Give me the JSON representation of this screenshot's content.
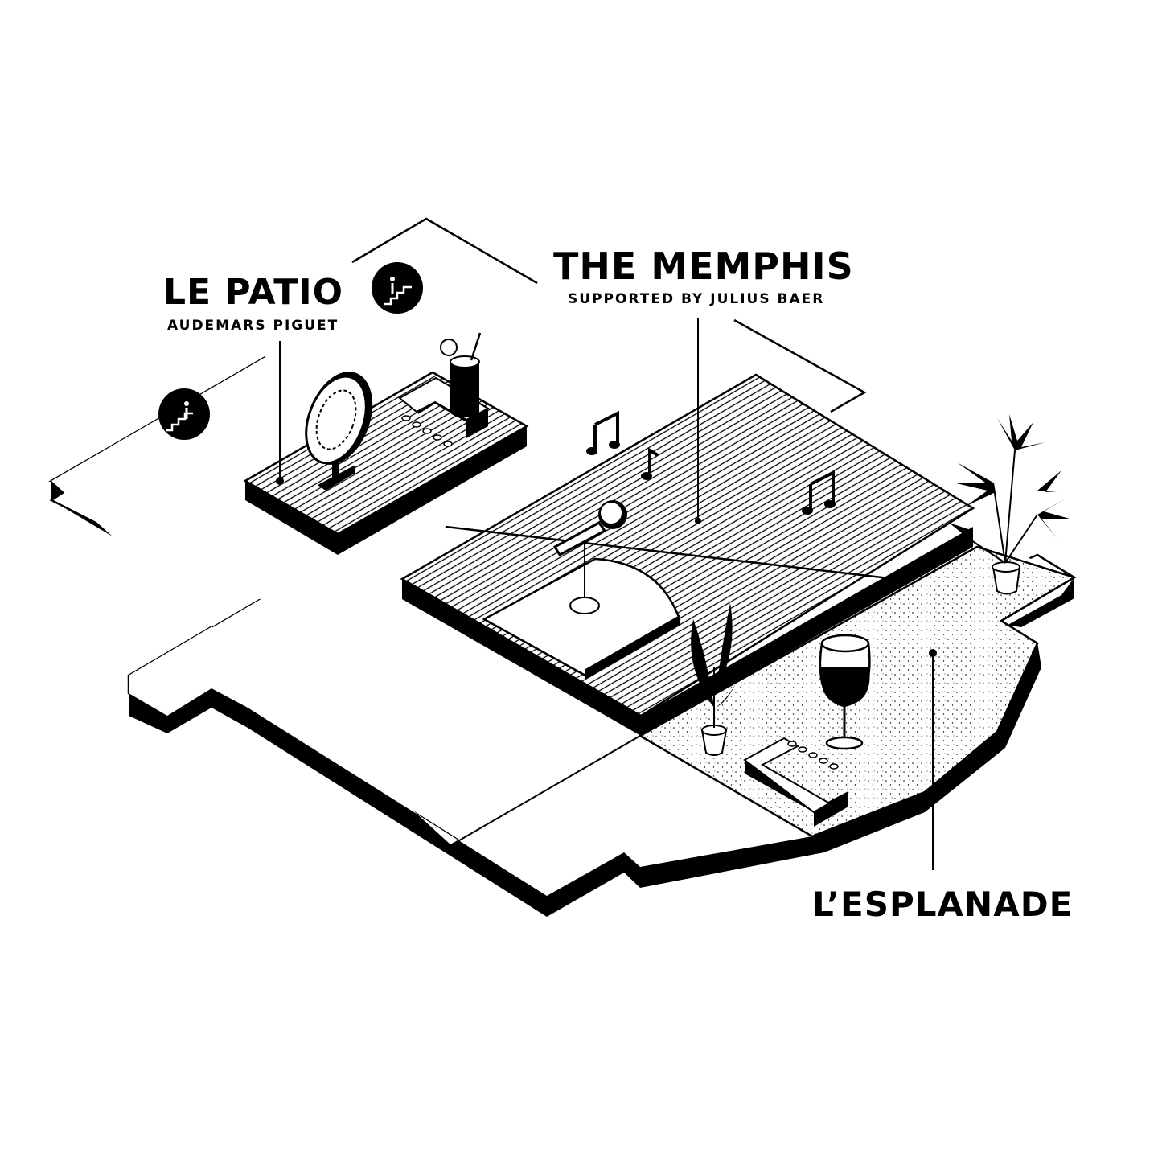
{
  "zones": {
    "patio": {
      "title": "LE PATIO",
      "sponsor": "AUDEMARS PIGUET"
    },
    "memphis": {
      "title": "THE MEMPHIS",
      "sponsor": "SUPPORTED BY JULIUS BAER"
    },
    "esplanade": {
      "title": "L’ESPLANADE"
    }
  },
  "colors": {
    "ink": "#000000",
    "paper": "#ffffff"
  },
  "icons": [
    "stairs-down-icon",
    "stairs-down-icon",
    "music-note-icon",
    "music-note-icon",
    "music-note-icon",
    "microphone-icon",
    "cocktail-glass-icon",
    "wine-glass-icon",
    "potted-plant-icon",
    "potted-plant-icon",
    "bar-counter-icon",
    "round-sign-icon"
  ]
}
